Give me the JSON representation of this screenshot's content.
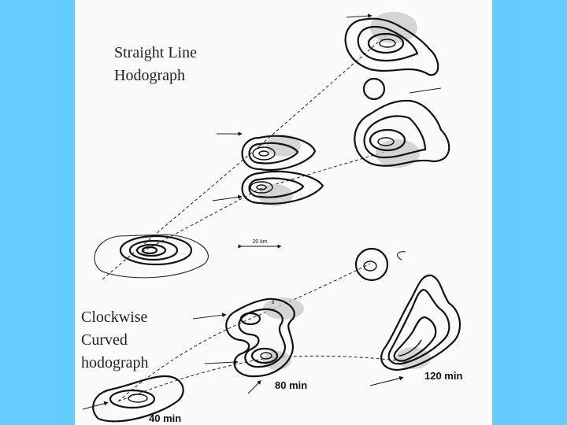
{
  "captions": {
    "straight": "Straight Line Hodograph",
    "curved": "Clockwise Curved hodograph"
  },
  "time_labels": {
    "t40": "40 min",
    "t80": "80 min",
    "t120": "120 min"
  },
  "scale_bar": "20 km",
  "colors": {
    "slide_background": "#66ccff",
    "figure_background": "#fbfbf9",
    "contour": "#111111",
    "shading": "#c8c8c8"
  }
}
